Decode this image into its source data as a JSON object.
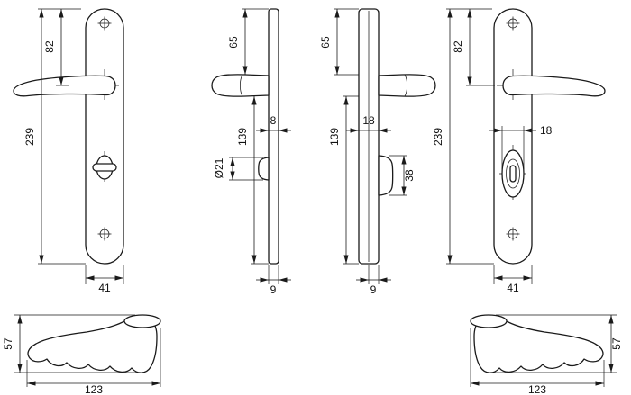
{
  "drawing": {
    "type": "technical-dimension-drawing",
    "subject": "door-handle-plate-set",
    "colors": {
      "line": "#1a1a1a",
      "background": "#ffffff"
    },
    "views": {
      "front_left": {
        "dim_82": "82",
        "dim_239": "239",
        "dim_41": "41"
      },
      "profile_left": {
        "dim_65": "65",
        "dim_8": "8",
        "dim_139": "139",
        "dim_diameter": "Ø21",
        "dim_9": "9"
      },
      "profile_right": {
        "dim_65": "65",
        "dim_18": "18",
        "dim_139": "139",
        "dim_38": "38",
        "dim_9": "9"
      },
      "front_right": {
        "dim_82": "82",
        "dim_239": "239",
        "dim_18": "18",
        "dim_41": "41"
      },
      "bottom_left": {
        "dim_57": "57",
        "dim_123": "123"
      },
      "bottom_right": {
        "dim_57": "57",
        "dim_123": "123"
      }
    }
  }
}
